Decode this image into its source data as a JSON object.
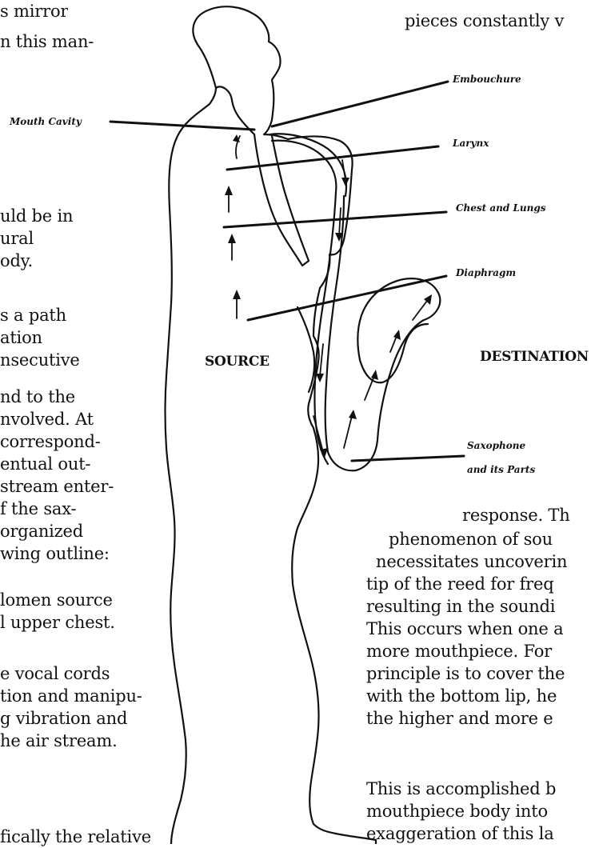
{
  "left_column": {
    "lines": [
      "s mirror",
      "n this man-",
      "",
      "",
      "uld be in",
      "ural",
      "ody.",
      "s a path",
      "ation",
      "nsecutive",
      "nd to the",
      "nvolved. At",
      "correspond-",
      "entual out-",
      "stream enter-",
      "f the sax-",
      "organized",
      "wing outline:",
      "lomen source",
      "l upper chest.",
      "e vocal cords",
      "tion and manipu-",
      "g vibration and",
      "he air stream.",
      "fically the relative"
    ]
  },
  "right_column": {
    "top_line": "pieces constantly v",
    "lines": [
      "response. Th",
      "phenomenon of sou",
      "necessitates uncoverin",
      "tip of the reed for freq",
      "resulting in the soundi",
      "This occurs when one a",
      "more mouthpiece. For",
      "principle is to cover the",
      "with the bottom lip, he",
      "the higher and more e",
      "This is accomplished b",
      "mouthpiece body into",
      "exaggeration of this la"
    ]
  },
  "figure": {
    "labels": {
      "embouchure": "Embouchure",
      "mouth_cavity": "Mouth Cavity",
      "larynx": "Larynx",
      "chest_lungs": "Chest and Lungs",
      "diaphragm": "Diaphragm",
      "saxophone_1": "Saxophone",
      "saxophone_2": "and its Parts"
    },
    "source": "SOURCE",
    "destination": "DESTINATION"
  }
}
